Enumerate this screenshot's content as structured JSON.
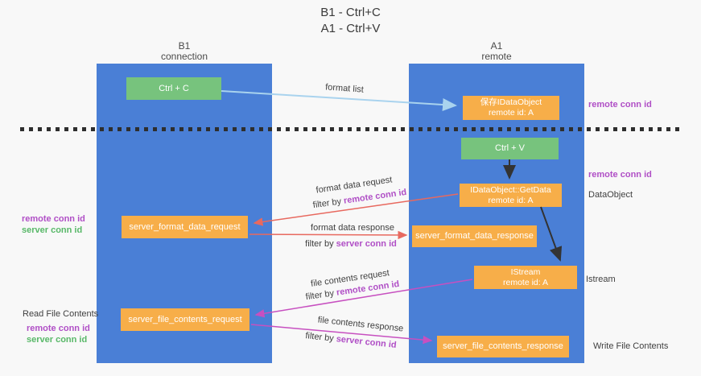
{
  "title": {
    "line1": "B1 - Ctrl+C",
    "line2": "A1 - Ctrl+V"
  },
  "columns": {
    "left_name": "B1",
    "left_role": "connection",
    "right_name": "A1",
    "right_role": "remote"
  },
  "boxes": {
    "ctrl_c": "Ctrl + C",
    "save_idataobject_line1": "保存IDataObject",
    "save_idataobject_line2": "remote id: A",
    "ctrl_v": "Ctrl + V",
    "getdata_line1": "IDataObject::GetData",
    "getdata_line2": "remote id: A",
    "server_format_data_request": "server_format_data_request",
    "server_format_data_response": "server_format_data_response",
    "istream_line1": "IStream",
    "istream_line2": "remote id: A",
    "server_file_contents_request": "server_file_contents_request",
    "server_file_contents_response": "server_file_contents_response"
  },
  "annotations": {
    "format_list": "format list",
    "format_data_request": "format data request",
    "format_data_request_filter": "filter by ",
    "format_data_request_filter_id": "remote conn id",
    "format_data_response": "format data response",
    "format_data_response_filter": "filter by ",
    "format_data_response_filter_id": "server conn id",
    "file_contents_request": "file contents request",
    "file_contents_request_filter": "filter by ",
    "file_contents_request_filter_id": "remote conn id",
    "file_contents_response": "file contents response",
    "file_contents_response_filter": "filter by ",
    "file_contents_response_filter_id": "server conn id"
  },
  "side_labels": {
    "remote_conn_id_top": "remote conn id",
    "remote_conn_id_mid": "remote conn id",
    "dataobject": "DataObject",
    "istream": "Istream",
    "write_file_contents": "Write File Contents",
    "format_remote_conn_id": "remote conn id",
    "format_server_conn_id": "server conn id",
    "read_file_contents": "Read File Contents",
    "file_remote_conn_id": "remote conn id",
    "file_server_conn_id": "server conn id"
  },
  "colors": {
    "lifeline_blue": "#4a7fd6",
    "box_orange": "#f7ae49",
    "box_green": "#77c37d",
    "purple_text": "#b04fc6",
    "green_text": "#58b868",
    "arrow_light_blue": "#a9d3ee",
    "arrow_red": "#e8695f",
    "arrow_magenta": "#c750c0",
    "arrow_black": "#333333"
  }
}
